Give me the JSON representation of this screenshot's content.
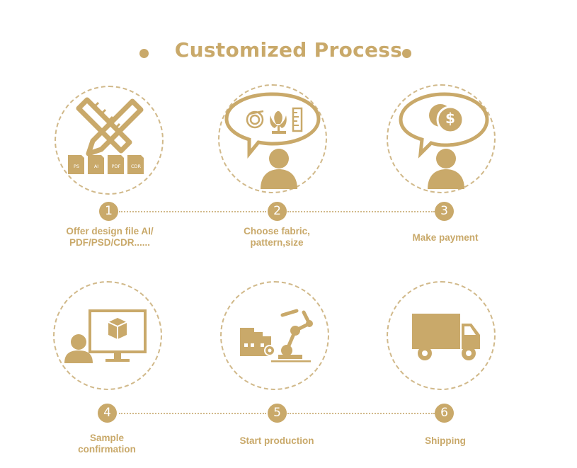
{
  "header": {
    "title": "Customized Process"
  },
  "colors": {
    "accent": "#c9a96a",
    "dashed_border": "#d1b98a",
    "background": "#ffffff"
  },
  "steps": [
    {
      "number": "1",
      "label": "Offer design file AI/\nPDF/PSD/CDR......",
      "icon": "design-tools-icon",
      "file_badges": [
        "PS",
        "AI",
        "PDF",
        "CDR"
      ]
    },
    {
      "number": "2",
      "label": "Choose fabric,\npattern,size",
      "icon": "choose-fabric-icon"
    },
    {
      "number": "3",
      "label": "Make payment",
      "icon": "payment-icon",
      "currency_symbol": "$"
    },
    {
      "number": "4",
      "label": "Sample\nconfirmation",
      "icon": "sample-confirmation-icon"
    },
    {
      "number": "5",
      "label": "Start production",
      "icon": "production-icon"
    },
    {
      "number": "6",
      "label": "Shipping",
      "icon": "shipping-truck-icon"
    }
  ]
}
